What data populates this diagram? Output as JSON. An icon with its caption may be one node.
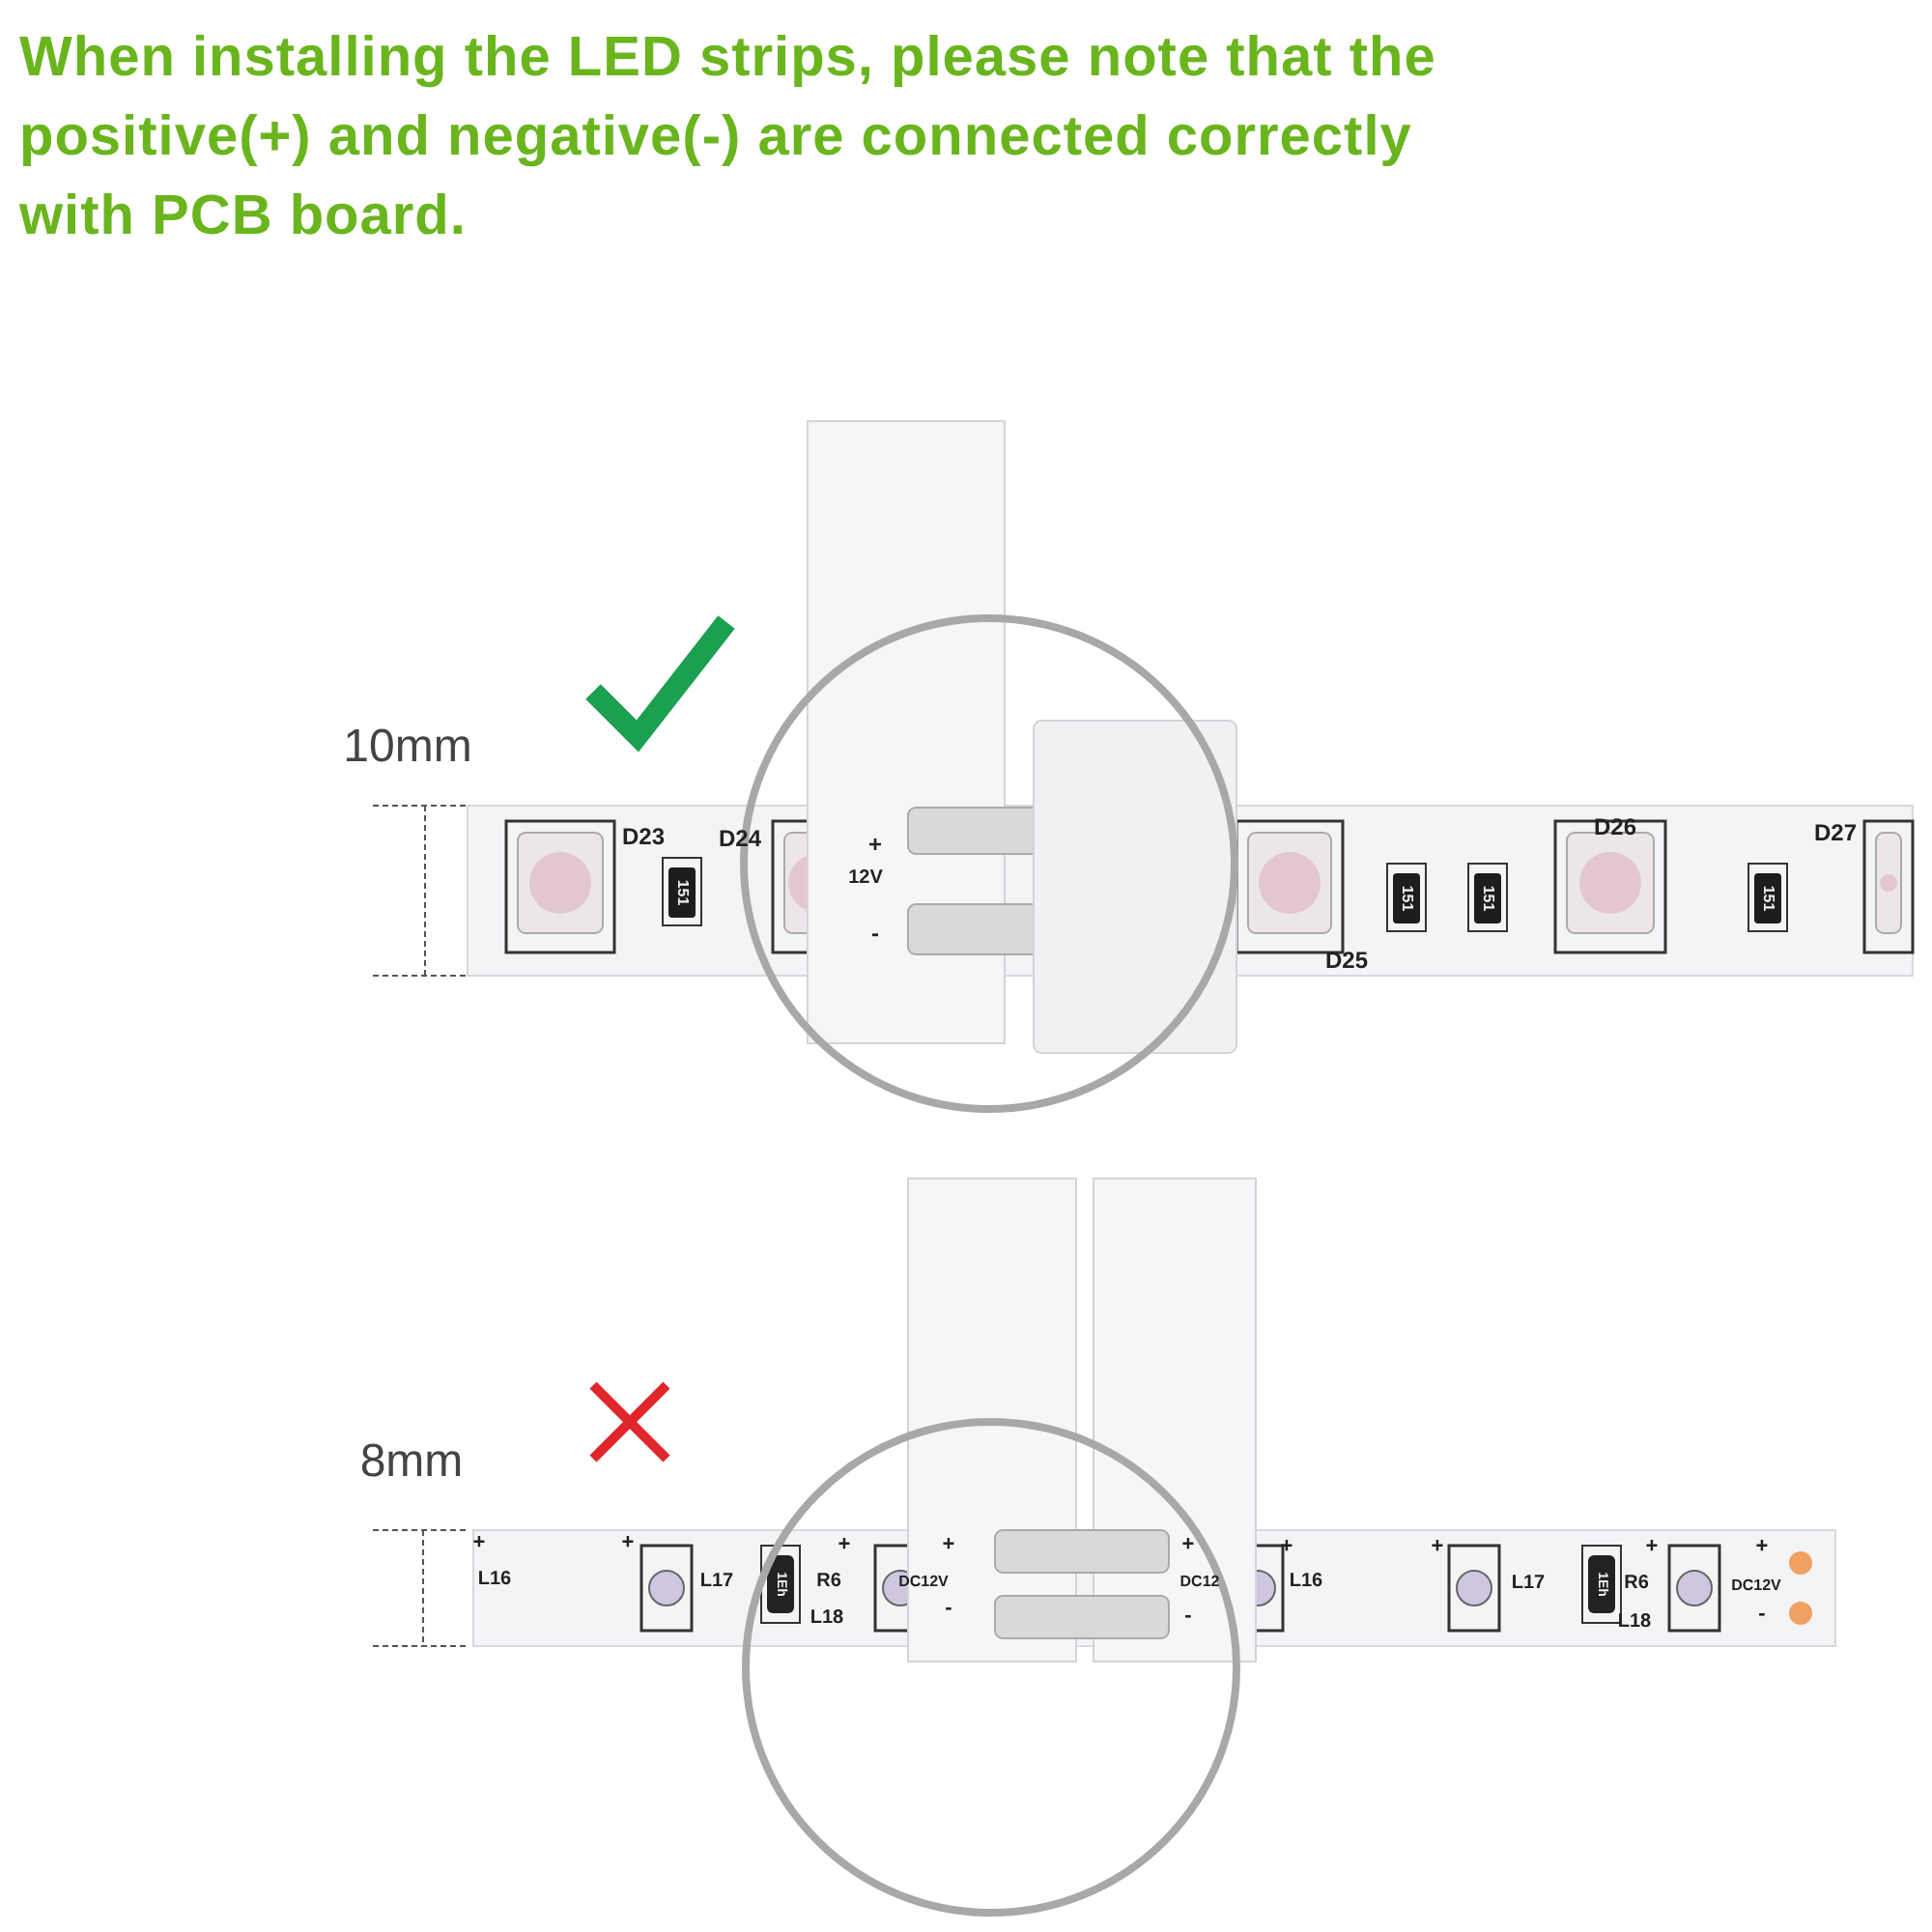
{
  "diagram": {
    "title": "When installing the LED strips, please note that the positive(+) and negative(-) are connected correctly with PCB board.",
    "labels": [
      "10mm",
      "D23",
      "D24",
      "+",
      "12V",
      "-",
      "151",
      "D25",
      "151",
      "151",
      "D26",
      "151",
      "D27",
      "8mm",
      "+",
      "L16",
      "+",
      "L17",
      "1Eh",
      "R6",
      "+",
      "L18",
      "DC12V",
      "+",
      "-",
      "+",
      "DC12",
      "-",
      "+",
      "L16",
      "+",
      "L17",
      "1Eh",
      "R6",
      "+",
      "L18",
      "DC12V",
      "+",
      "-"
    ]
  }
}
